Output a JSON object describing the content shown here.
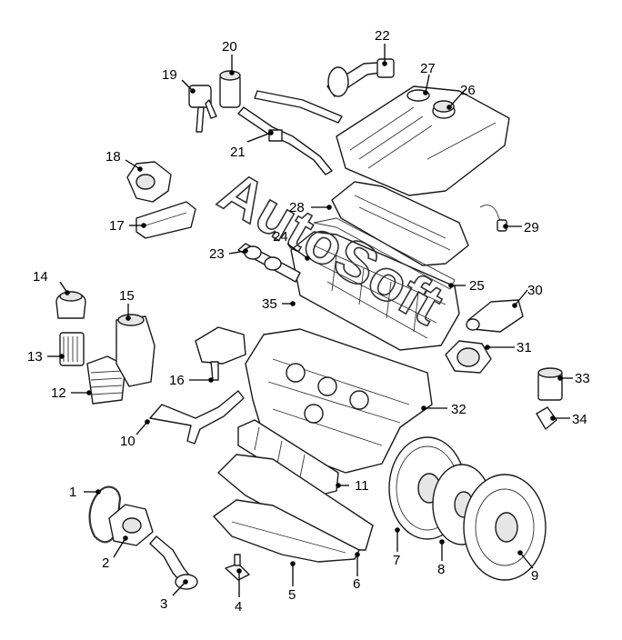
{
  "watermark": "AutoSoft",
  "callouts": [
    {
      "id": "1",
      "text": "1"
    },
    {
      "id": "2",
      "text": "2"
    },
    {
      "id": "3",
      "text": "3"
    },
    {
      "id": "4",
      "text": "4"
    },
    {
      "id": "5",
      "text": "5"
    },
    {
      "id": "6",
      "text": "6"
    },
    {
      "id": "7",
      "text": "7"
    },
    {
      "id": "8",
      "text": "8"
    },
    {
      "id": "9",
      "text": "9"
    },
    {
      "id": "10",
      "text": "10"
    },
    {
      "id": "11",
      "text": "11"
    },
    {
      "id": "12",
      "text": "12"
    },
    {
      "id": "13",
      "text": "13"
    },
    {
      "id": "14",
      "text": "14"
    },
    {
      "id": "15",
      "text": "15"
    },
    {
      "id": "16",
      "text": "16"
    },
    {
      "id": "17",
      "text": "17"
    },
    {
      "id": "18",
      "text": "18"
    },
    {
      "id": "19",
      "text": "19"
    },
    {
      "id": "20",
      "text": "20"
    },
    {
      "id": "21",
      "text": "21"
    },
    {
      "id": "22",
      "text": "22"
    },
    {
      "id": "23",
      "text": "23"
    },
    {
      "id": "24",
      "text": "24"
    },
    {
      "id": "25",
      "text": "25"
    },
    {
      "id": "26",
      "text": "26"
    },
    {
      "id": "27",
      "text": "27"
    },
    {
      "id": "28",
      "text": "28"
    },
    {
      "id": "29",
      "text": "29"
    },
    {
      "id": "30",
      "text": "30"
    },
    {
      "id": "31",
      "text": "31"
    },
    {
      "id": "32",
      "text": "32"
    },
    {
      "id": "33",
      "text": "33"
    },
    {
      "id": "34",
      "text": "34"
    },
    {
      "id": "35",
      "text": "35"
    }
  ]
}
